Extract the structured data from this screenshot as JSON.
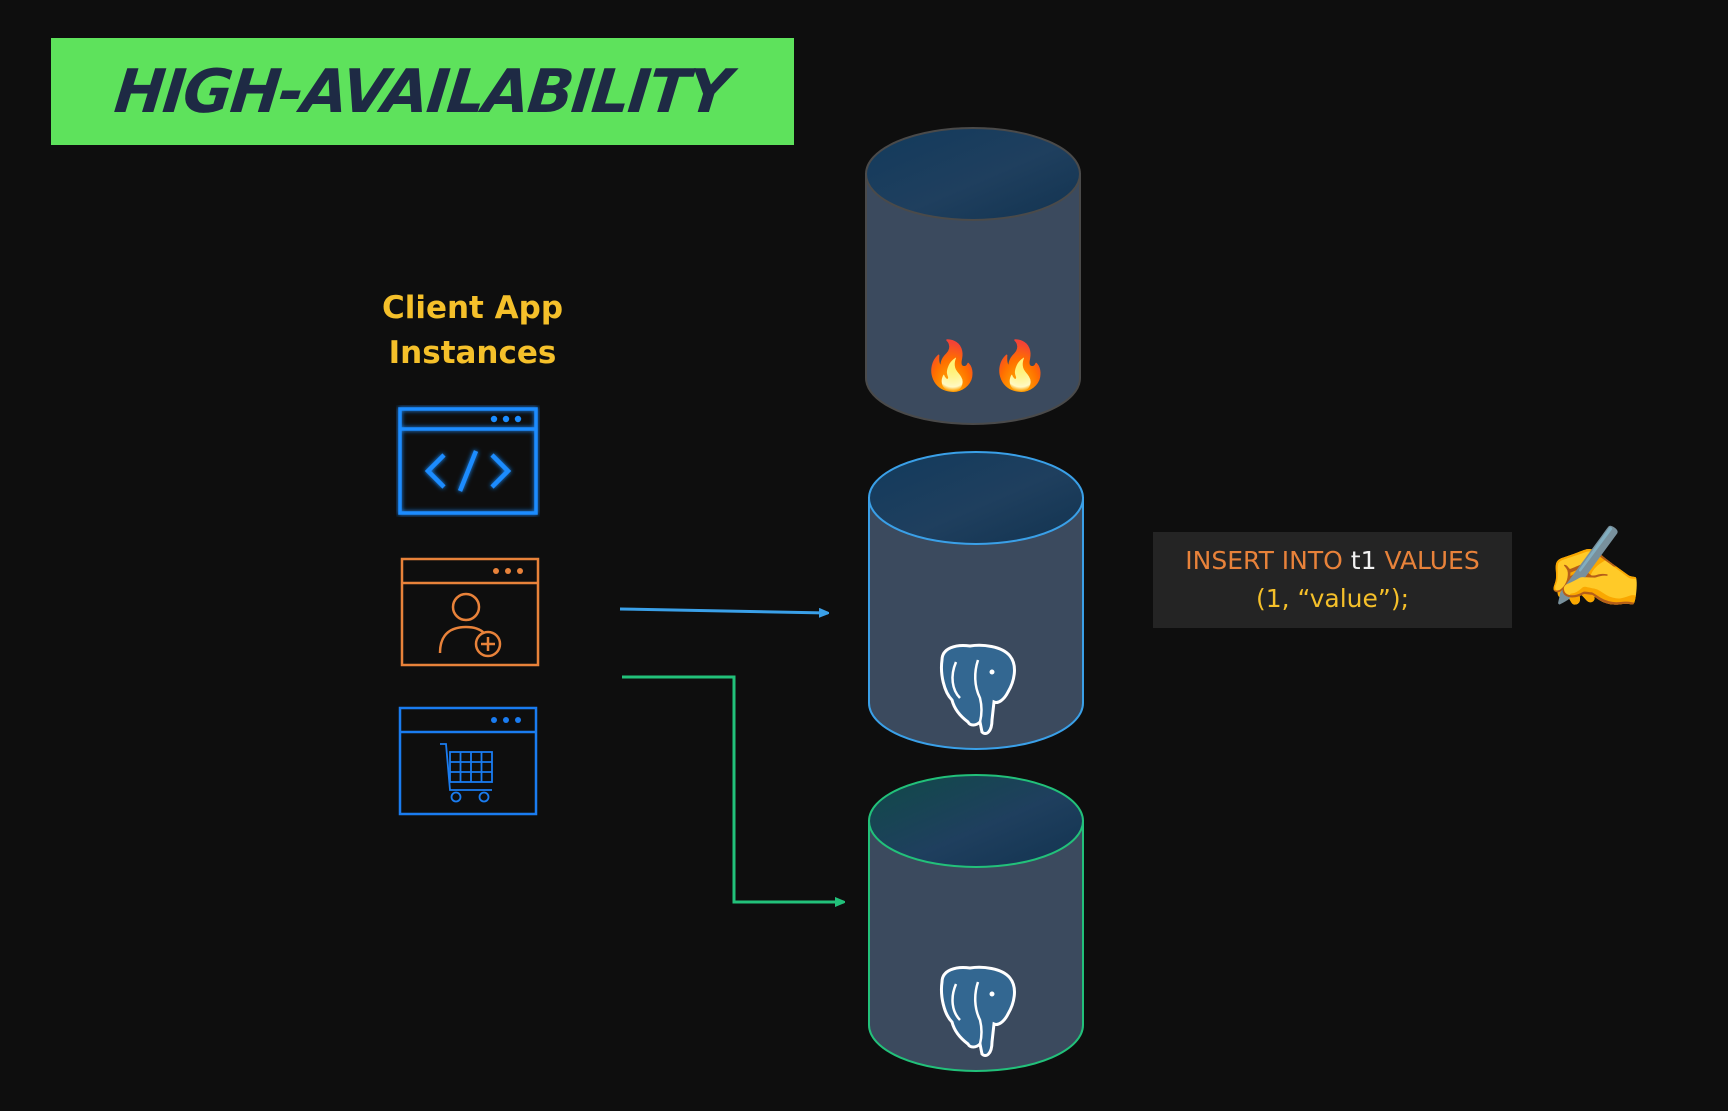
{
  "title": "HIGH-AVAILABILITY",
  "client_label_line1": "Client App",
  "client_label_line2": "Instances",
  "client_apps": [
    {
      "icon": "code-window-icon",
      "color": "#1a8cff"
    },
    {
      "icon": "add-user-window-icon",
      "color": "#e8823a"
    },
    {
      "icon": "shopping-cart-window-icon",
      "color": "#1a7cf0"
    }
  ],
  "databases": [
    {
      "name": "failed-primary",
      "outline": "#4a4a4a",
      "status_icons": [
        "fire-icon",
        "fire-icon"
      ]
    },
    {
      "name": "primary",
      "outline": "#3aa0e8",
      "logo": "postgresql-elephant-icon"
    },
    {
      "name": "replica",
      "outline": "#22c17a",
      "logo": "postgresql-elephant-icon"
    }
  ],
  "connections": [
    {
      "from": "add-user-app",
      "to": "primary",
      "color": "#3aa0e8"
    },
    {
      "from": "add-user-app",
      "to": "replica",
      "color": "#22c17a"
    }
  ],
  "sql": {
    "insert_into": "INSERT INTO ",
    "table": "t1",
    "values_kw": " VALUES",
    "values": "(1, “value”);"
  },
  "emoji": {
    "fire": "🔥",
    "writing_hand": "✍️"
  },
  "colors": {
    "background": "#0e0e0e",
    "title_banner": "#5ee25c",
    "title_text": "#1e2a44",
    "label": "#f5c02a",
    "cylinder_fill": "#3b4a5e"
  }
}
